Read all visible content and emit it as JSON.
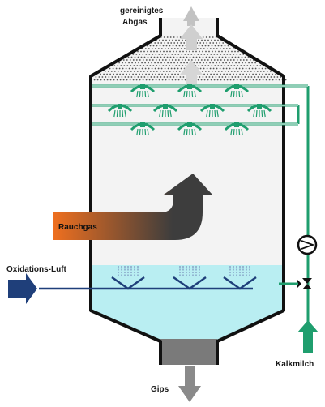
{
  "labels": {
    "clean_gas": [
      "gereinigtes",
      "Abgas"
    ],
    "flue_gas": "Rauchgas",
    "oxidation_air": "Oxidations-Luft",
    "lime_milk": "Kalkmilch",
    "gypsum": "Gips"
  },
  "colors": {
    "green": "#1f9e6e",
    "navy": "#1f3f7a",
    "liquid": "#b9eef2",
    "vessel_bg": "#f2f2f2",
    "sump": "#7a7a7a",
    "wall": "#111111",
    "flue_gas_start": "#ee6f1f",
    "flue_gas_end": "#3d3d3d"
  },
  "icons": {
    "pump": "pump-icon",
    "spray_nozzle": "spray-nozzle-icon",
    "valve": "valve-icon"
  }
}
